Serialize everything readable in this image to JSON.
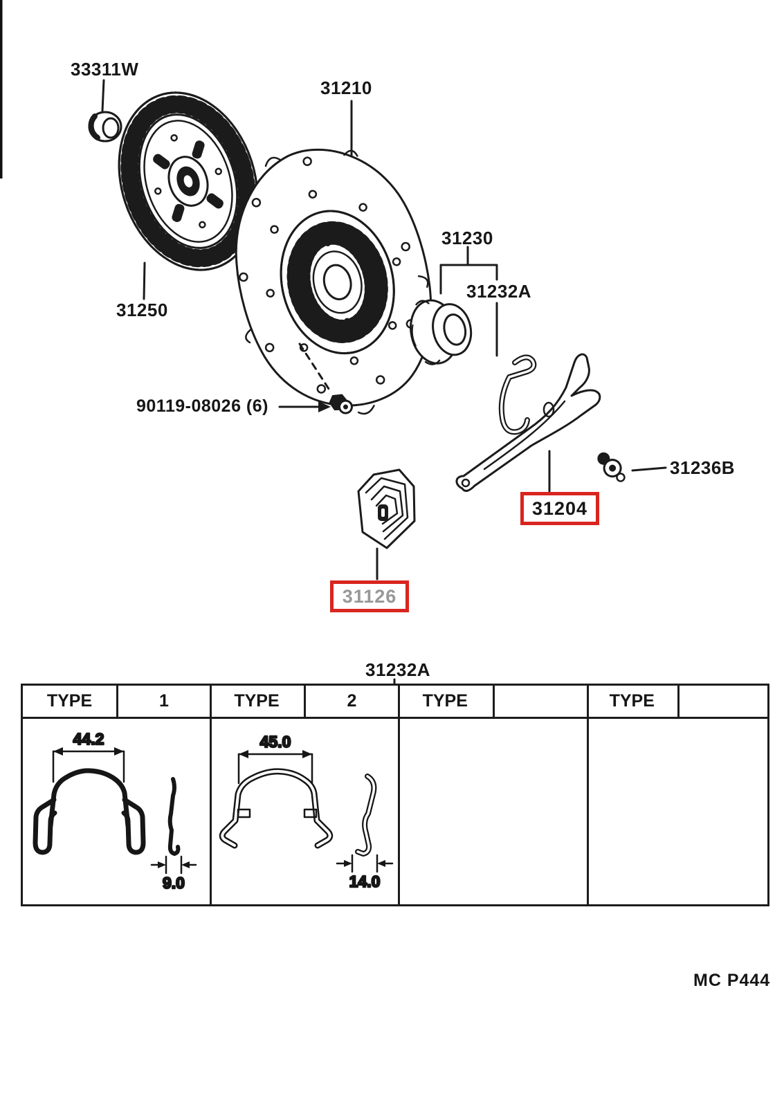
{
  "diagram": {
    "labels": {
      "grommet": "33311W",
      "cover": "31210",
      "disc": "31250",
      "bearing": "31230",
      "clip": "31232A",
      "bolt_set": "90119-08026 (6)",
      "pivot_bolt": "31236B",
      "fork": "31204",
      "boot": "31126"
    },
    "highlight_color": "#d9251f",
    "muted_text_color": "#98989a",
    "line_color": "#1b1b1b"
  },
  "table": {
    "title": "31232A",
    "type_label": "TYPE",
    "columns": [
      {
        "type_value": "1",
        "dim_top": "44.2",
        "dim_bottom": "9.0"
      },
      {
        "type_value": "2",
        "dim_top": "45.0",
        "dim_bottom": "14.0"
      },
      {
        "type_value": "",
        "dim_top": "",
        "dim_bottom": ""
      },
      {
        "type_value": "",
        "dim_top": "",
        "dim_bottom": ""
      }
    ]
  },
  "footer": {
    "code": "MC P444"
  }
}
